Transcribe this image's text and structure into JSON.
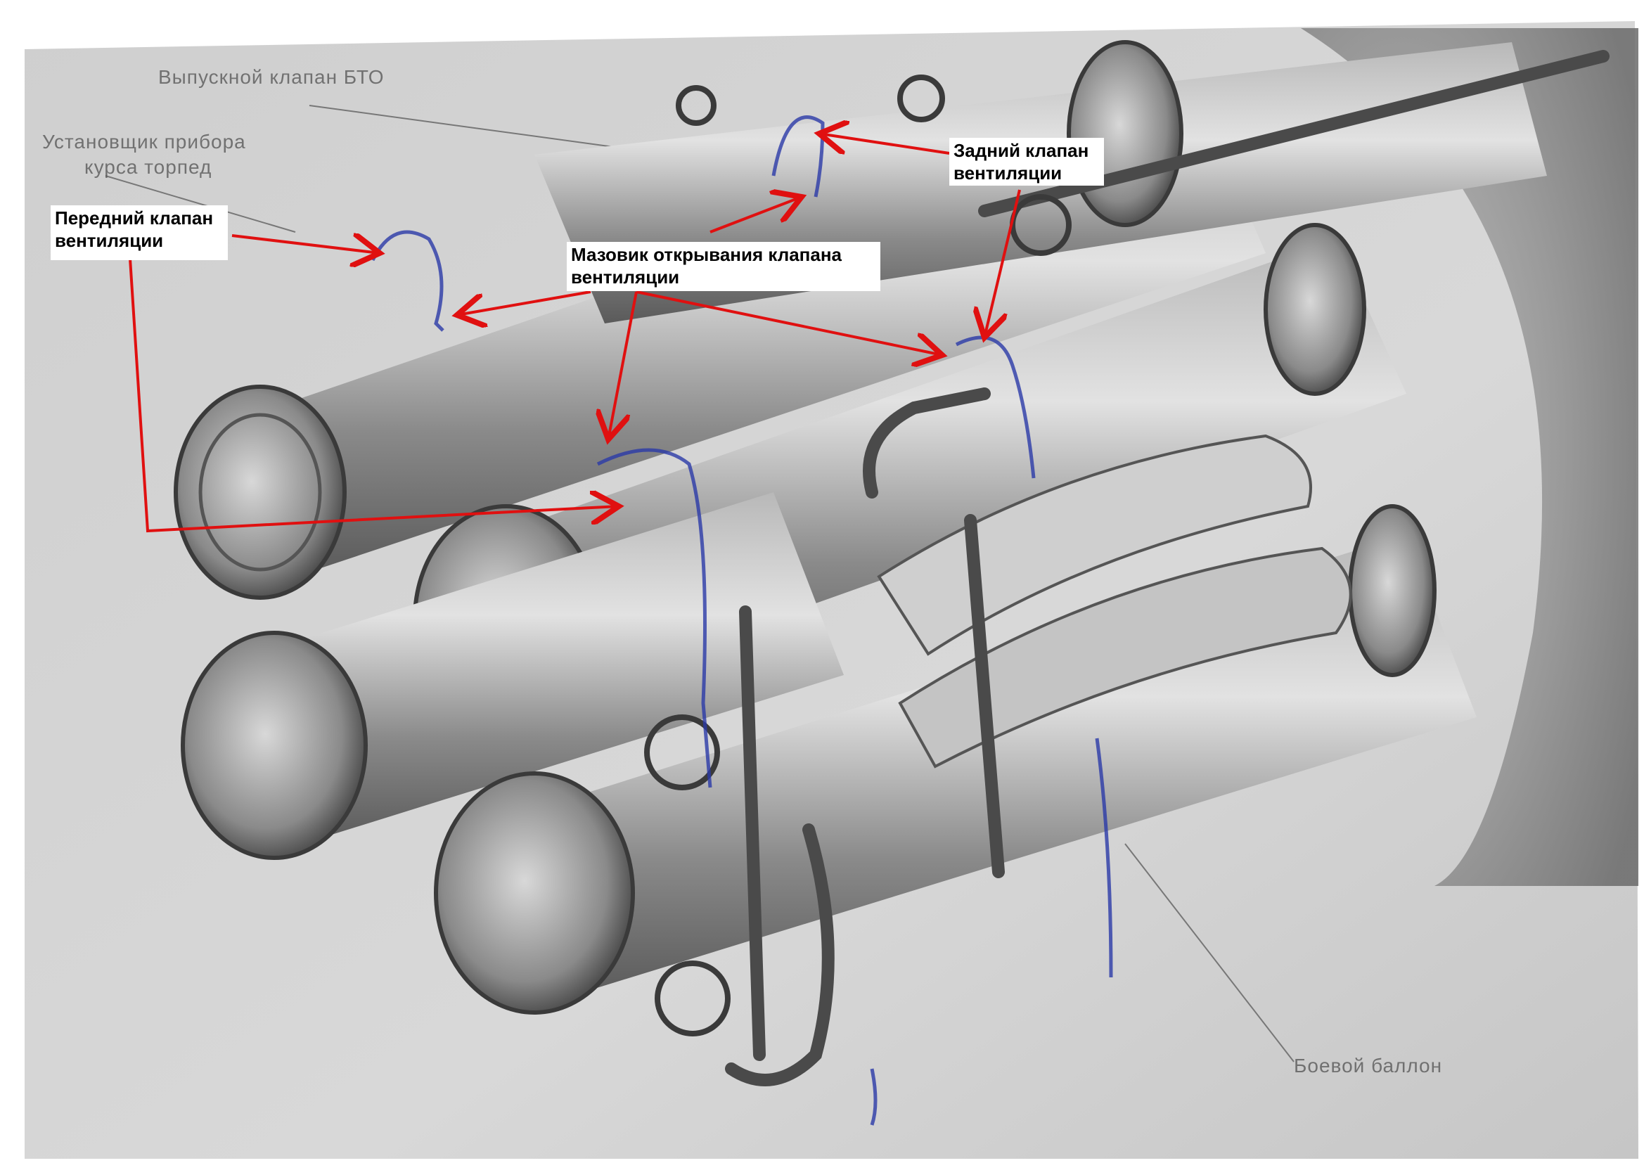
{
  "printed_labels": {
    "exhaust_valve": "Выпускной клапан БТО",
    "course_device_line1": "Установщик прибора",
    "course_device_line2": "курса торпед",
    "combat_cylinder": "Боевой баллон"
  },
  "annotations": {
    "front_vent_valve": {
      "line1": "Передний клапан",
      "line2": "вентиляции"
    },
    "rear_vent_valve": {
      "line1": "Задний клапан",
      "line2": "вентиляции"
    },
    "vent_valve_oiler": {
      "line1": "Мазовик открывания клапана",
      "line2": "вентиляции"
    }
  },
  "colors": {
    "paper": "#ffffff",
    "drawing_bg": "#d4d4d4",
    "tube_shade": "#8c8c8c",
    "tube_dark": "#4a4a4a",
    "arrow": "#e01010",
    "scribble": "#2a3aa8",
    "label_bg": "#ffffff"
  },
  "icons": {
    "arrow": "red-arrow",
    "highlight": "blue-pen-scribble"
  }
}
